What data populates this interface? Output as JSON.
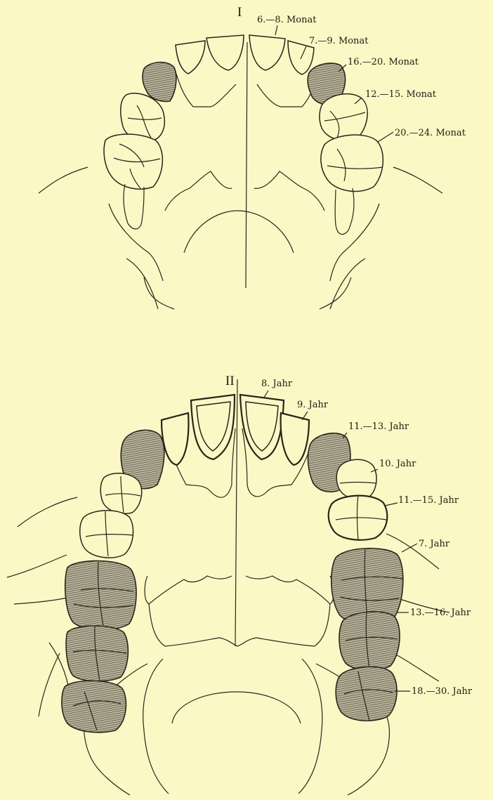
{
  "figure_I": {
    "numeral": "I",
    "labels": [
      "6.—8. Monat",
      "7.—9. Monat",
      "16.—20. Monat",
      "12.—15. Monat",
      "20.—24. Monat"
    ]
  },
  "figure_II": {
    "numeral": "II",
    "labels": [
      "8. Jahr",
      "9. Jahr",
      "11.—13. Jahr",
      "10. Jahr",
      "11.—15. Jahr",
      "7. Jahr",
      "13.—16. Jahr",
      "18.—30. Jahr"
    ]
  },
  "colors": {
    "background": "#fbf8c6",
    "ink": "#2a2418",
    "hatched_tooth": "#7d7a68"
  }
}
